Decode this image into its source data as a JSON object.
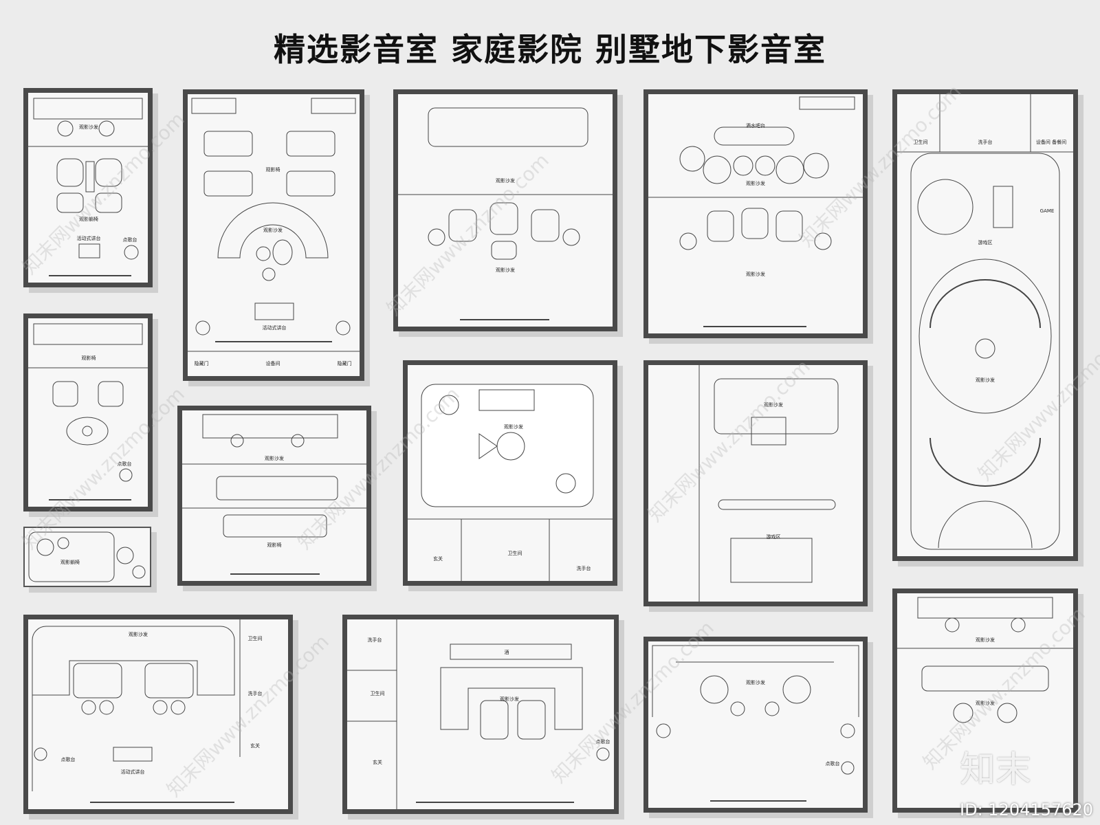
{
  "title": "精选影音室 家庭影院 别墅地下影音室",
  "watermark": "知末网www.znzmo.com",
  "brand": "知末",
  "image_id": "ID: 1204157620",
  "labels": {
    "guanying_shafa": "观影沙发",
    "guanying_tangyi": "观影躺椅",
    "guanying_yi": "观影椅",
    "huodong_jiangtai": "活动式讲台",
    "diange_tai": "点歌台",
    "yincang_men": "隐藏门",
    "shebei_jian": "设备间",
    "jiushui_bataai": "酒水吧台",
    "weisheng_jian": "卫生间",
    "xishou_tai": "洗手台",
    "shebei_jian_beican": "设备间\n备餐间",
    "youxi_qu": "游戏区",
    "xuanguan": "玄关",
    "jiu_label": "酒",
    "game": "GAME"
  }
}
